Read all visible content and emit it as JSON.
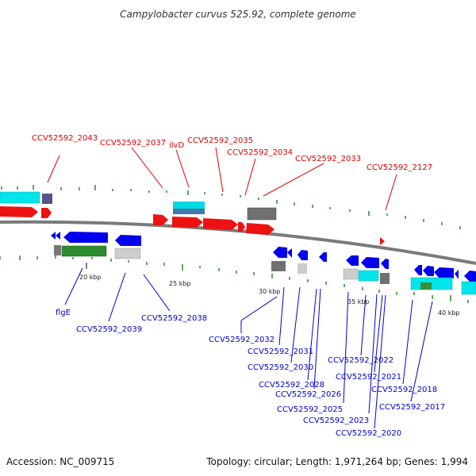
{
  "title": "Campylobacter curvus 525.92, complete genome",
  "footer": {
    "accession": "Accession: NC_009715",
    "summary": "Topology: circular; Length: 1,971,264 bp; Genes: 1,994"
  },
  "colors": {
    "forward_gene": "#ee0000",
    "reverse_gene": "#0000ee",
    "rna_cyan": "#00e0e8",
    "pseudo_gray": "#777777",
    "backbone": "#777777",
    "gc_tick": "#228822",
    "top_label": "#dd0000",
    "bottom_label": "#0000cc"
  },
  "ruler": [
    "20 kbp",
    "25 kbp",
    "30 kbp",
    "35 kbp",
    "40 kbp"
  ],
  "top_labels": [
    "CCV52592_2043",
    "CCV52592_2037",
    "ilvD",
    "CCV52592_2035",
    "CCV52592_2034",
    "CCV52592_2033",
    "CCV52592_2127"
  ],
  "bottom_labels": [
    "flgE",
    "CCV52592_2039",
    "CCV52592_2038",
    "CCV52592_2032",
    "CCV52592_2031",
    "CCV52592_2030",
    "CCV52592_2028",
    "CCV52592_2026",
    "CCV52592_2025",
    "CCV52592_2023",
    "CCV52592_2020",
    "CCV52592_2022",
    "CCV52592_2021",
    "CCV52592_2018",
    "CCV52592_2017"
  ]
}
